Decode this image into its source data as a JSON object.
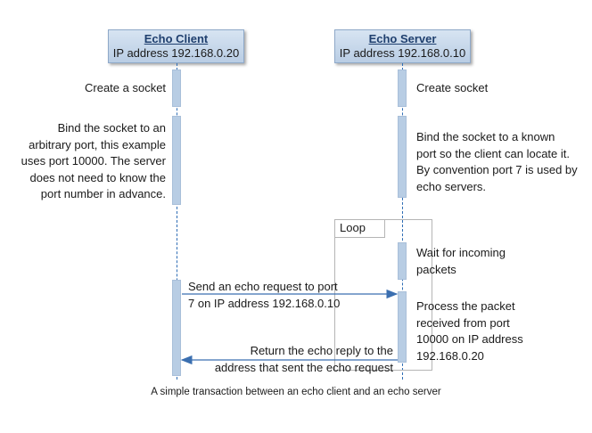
{
  "client": {
    "title": "Echo Client",
    "address": "IP address 192.168.0.20"
  },
  "server": {
    "title": "Echo Server",
    "address": "IP address 192.168.0.10"
  },
  "notes": {
    "client_create": "Create a socket",
    "client_bind": [
      "Bind the socket to an",
      "arbitrary port, this example",
      "uses port 10000.  The server",
      "does not need to know the",
      "port number in advance."
    ],
    "server_create": "Create socket",
    "server_bind": [
      "Bind the socket to a known",
      "port so the client can locate it.",
      "By convention port 7 is used by",
      "echo servers."
    ],
    "server_wait": [
      "Wait for incoming",
      "packets"
    ],
    "server_process": [
      "Process the packet",
      "received from port",
      "10000 on IP address",
      "192.168.0.20"
    ]
  },
  "loop_label": "Loop",
  "messages": {
    "request": [
      "Send an echo request to port",
      "7 on IP address 192.168.0.10"
    ],
    "reply": [
      "Return the echo reply to the",
      "address that sent the echo request"
    ]
  },
  "caption": "A simple transaction between an echo client and an echo server",
  "colors": {
    "lifeline": "#2f6db5",
    "arrow": "#3b6fb0",
    "activation": "#b8cde4"
  }
}
